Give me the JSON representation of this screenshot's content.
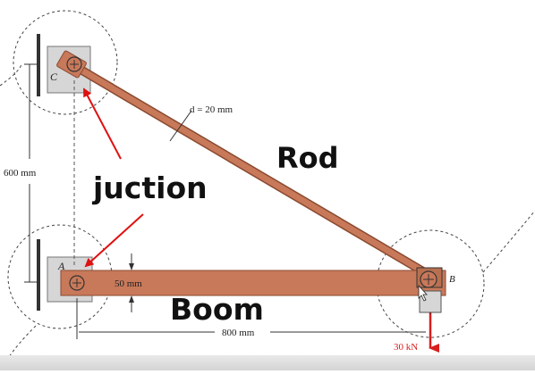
{
  "labels": {
    "point_c": "C",
    "point_a": "A",
    "point_b": "B",
    "diameter": "d = 20 mm",
    "height": "600 mm",
    "boom_depth": "50 mm",
    "boom_length": "800 mm",
    "load": "30 kN"
  },
  "annotations": {
    "rod": "Rod",
    "junction": "juction",
    "boom": "Boom"
  },
  "colors": {
    "member": "#c8795a",
    "member_dark": "#8a4a30",
    "plate": "#d9d9d9",
    "arrow": "#e01010",
    "load_arrow": "#d81e1e"
  }
}
